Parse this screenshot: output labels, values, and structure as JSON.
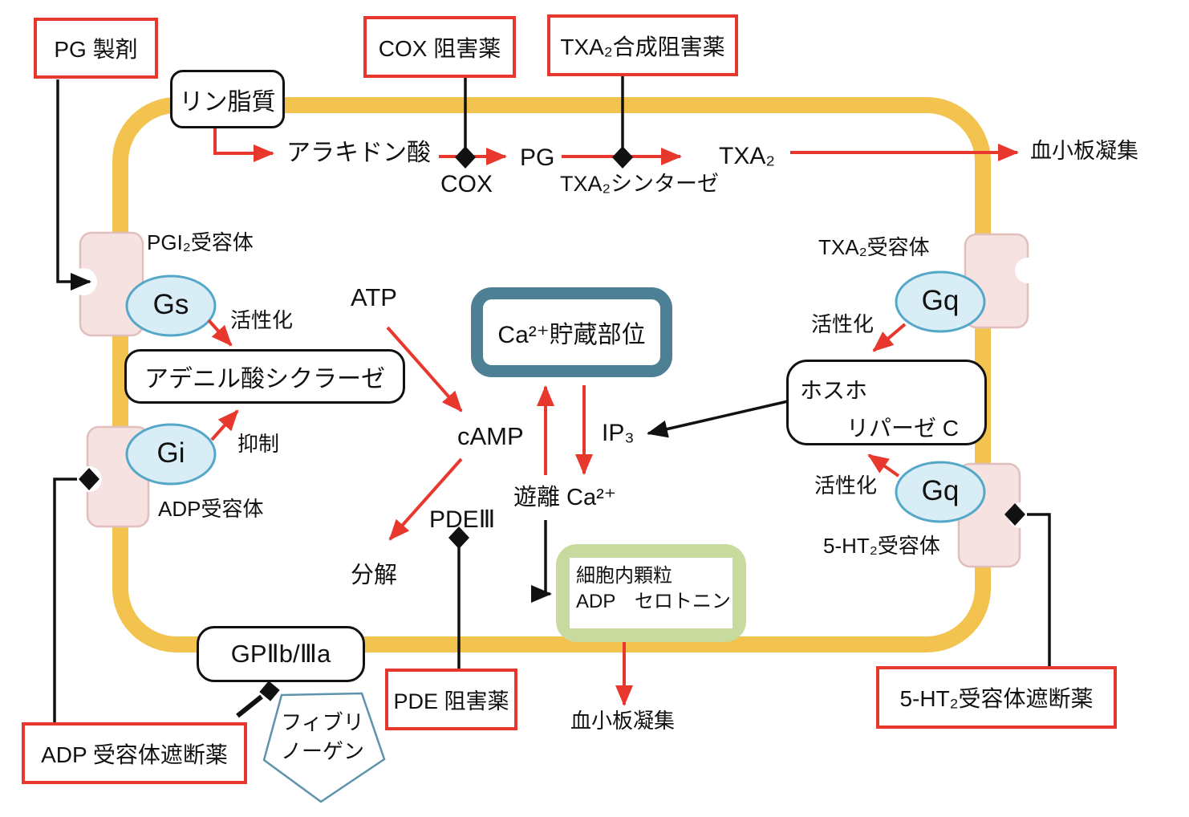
{
  "colors": {
    "membrane": "#f2c34e",
    "arrow-red": "#e8372c",
    "receptor-fill": "#f5e2e1",
    "receptor-stroke": "#e0bfbc",
    "gprotein-fill": "#d9edf6",
    "gprotein-stroke": "#55a7c8",
    "ca-store-border": "#4d7f95",
    "granule-border": "#c9da9f",
    "fibrinogen-stroke": "#5e93ac",
    "drug-border": "#e8372c",
    "ink": "#111111"
  },
  "drugs": {
    "pg": "PG 製剤",
    "cox": "COX 阻害薬",
    "txa2_synthesis": "TXA₂合成阻害薬",
    "adp_blocker": "ADP 受容体遮断薬",
    "pde": "PDE 阻害薬",
    "ht2_blocker": "5-HT₂受容体遮断薬"
  },
  "pathway": {
    "phospholipid": "リン脂質",
    "arachidonic_acid": "アラキドン酸",
    "cox": "COX",
    "pg": "PG",
    "txa2_synthase": "TXA₂シンターゼ",
    "txa2": "TXA₂",
    "aggregation_top": "血小板凝集",
    "atp": "ATP",
    "camp": "cAMP",
    "ip3": "IP₃",
    "free_ca": "遊離 Ca²⁺",
    "pde3": "PDEⅢ",
    "decomposition": "分解",
    "aggregation_bottom": "血小板凝集"
  },
  "receptors": {
    "pgi2": "PGI₂受容体",
    "txa2": "TXA₂受容体",
    "adp": "ADP受容体",
    "ht2": "5-HT₂受容体"
  },
  "g_proteins": {
    "gs": "Gs",
    "gi": "Gi",
    "gq_top": "Gq",
    "gq_bottom": "Gq"
  },
  "actions": {
    "activation_left": "活性化",
    "activation_right_top": "活性化",
    "activation_right_bottom": "活性化",
    "inhibition": "抑制"
  },
  "enzymes": {
    "adenylate_cyclase": "アデニル酸シクラーゼ",
    "plc_line1": "ホスホ",
    "plc_line2": "リパーゼ C"
  },
  "organelles": {
    "ca_store": "Ca²⁺貯蔵部位",
    "granule_line1": "細胞内顆粒",
    "granule_line2": "ADP　セロトニン"
  },
  "effectors": {
    "gp2b3a": "GPⅡb/Ⅲa",
    "fibrinogen_line1": "フィブリ",
    "fibrinogen_line2": "ノーゲン"
  }
}
